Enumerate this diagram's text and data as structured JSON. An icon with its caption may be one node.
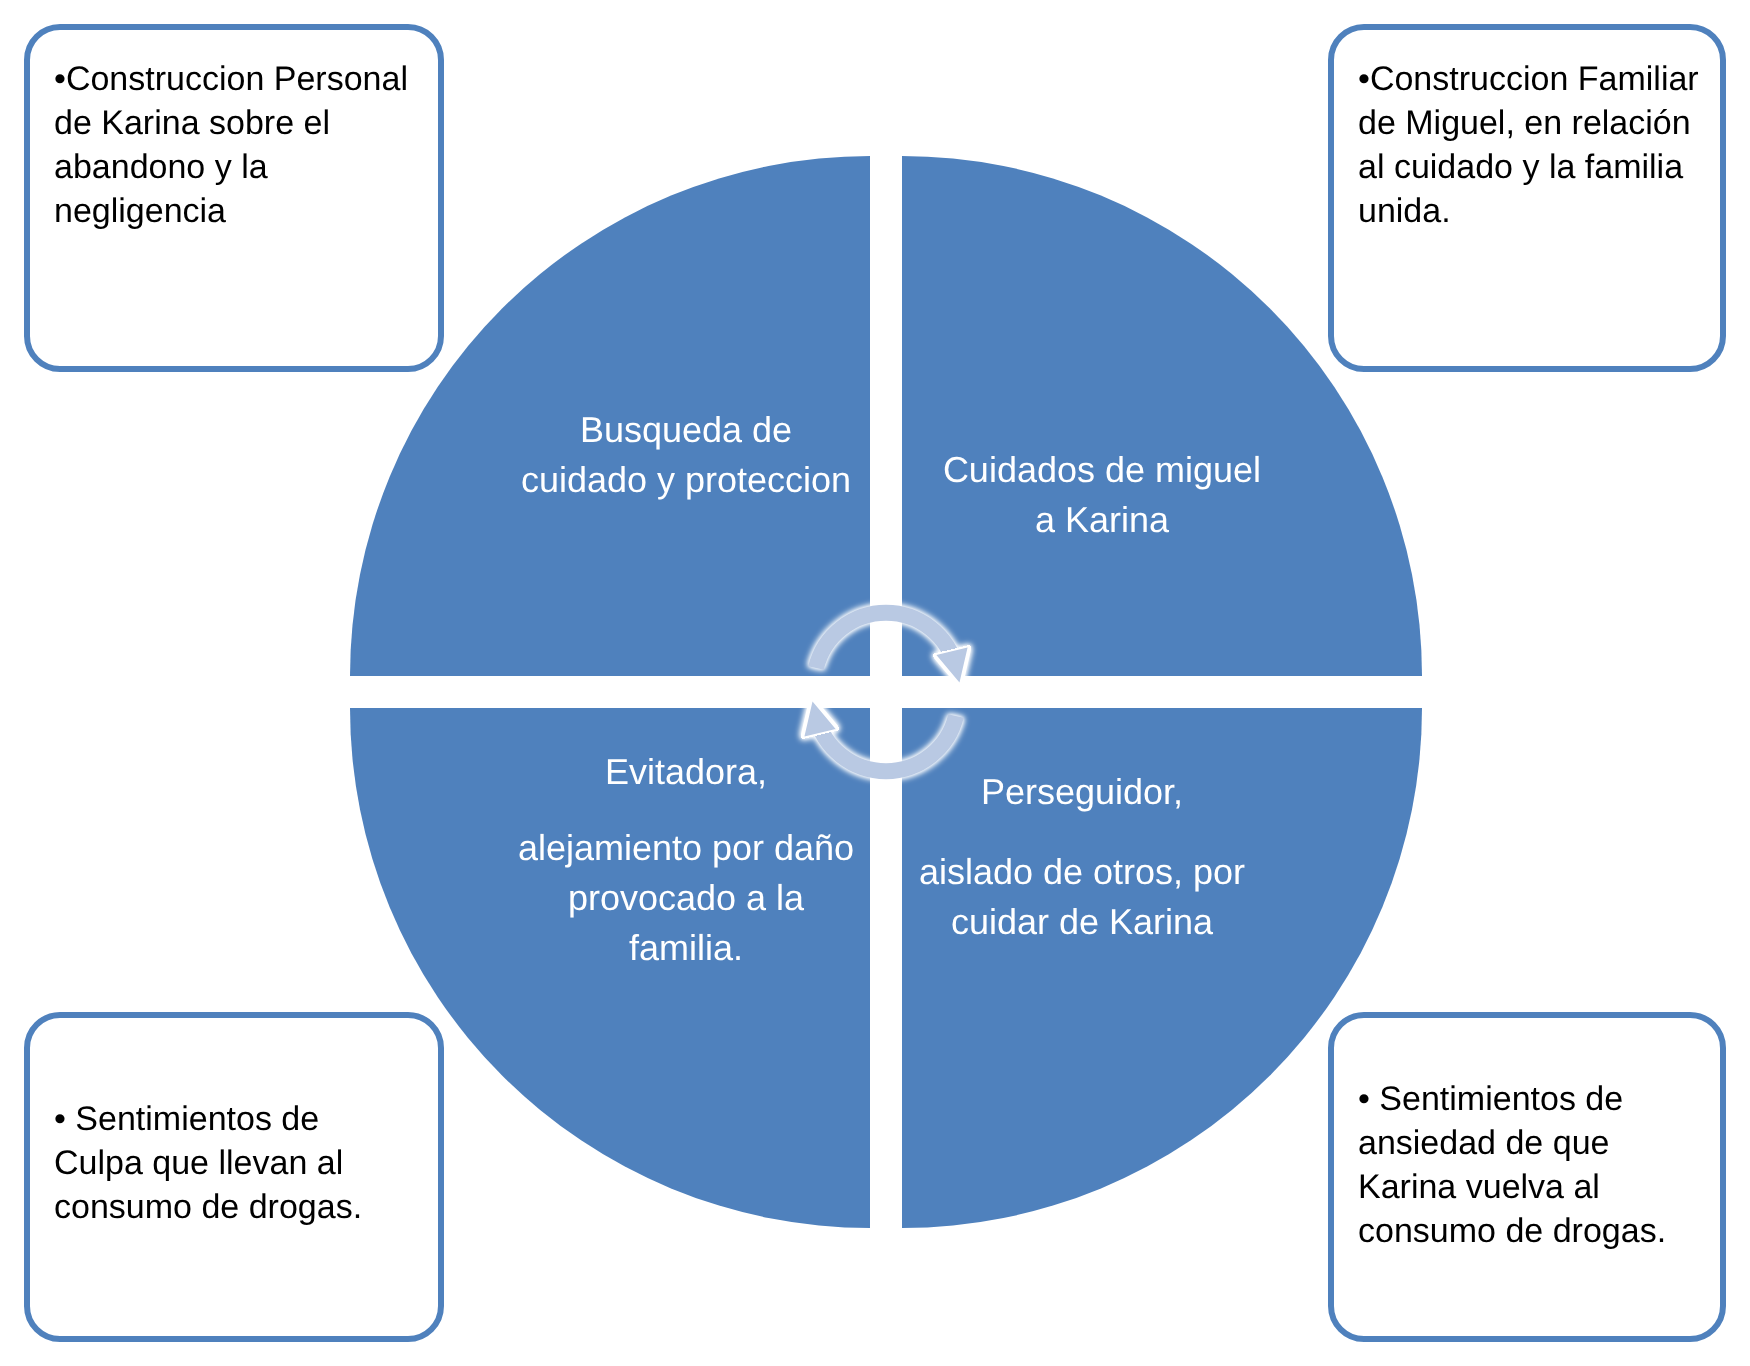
{
  "diagram": {
    "nodes": [
      {
        "text": [
          "•Construccion Personal de Karina sobre el abandono y la negligencia"
        ]
      },
      {
        "text": [
          "•Construccion Familiar de Miguel, en relación al cuidado y la familia unida."
        ]
      },
      {
        "text": [
          "• Sentimientos de Culpa que llevan al consumo de drogas."
        ]
      },
      {
        "text": [
          "• Sentimientos de ansiedad de que Karina vuelva al consumo de drogas."
        ]
      },
      {
        "text": [
          "Busqueda de cuidado y proteccion"
        ]
      },
      {
        "text": [
          "Cuidados de miguel a Karina"
        ]
      },
      {
        "text": [
          "Evitadora,",
          "alejamiento por daño provocado a la familia."
        ]
      },
      {
        "text": [
          "Perseguidor,",
          "aislado de otros, por cuidar de Karina"
        ]
      }
    ],
    "edges": [
      {
        "from": 4,
        "to": 5,
        "arrow": "to"
      },
      {
        "from": 7,
        "to": 6,
        "arrow": "to"
      }
    ]
  }
}
